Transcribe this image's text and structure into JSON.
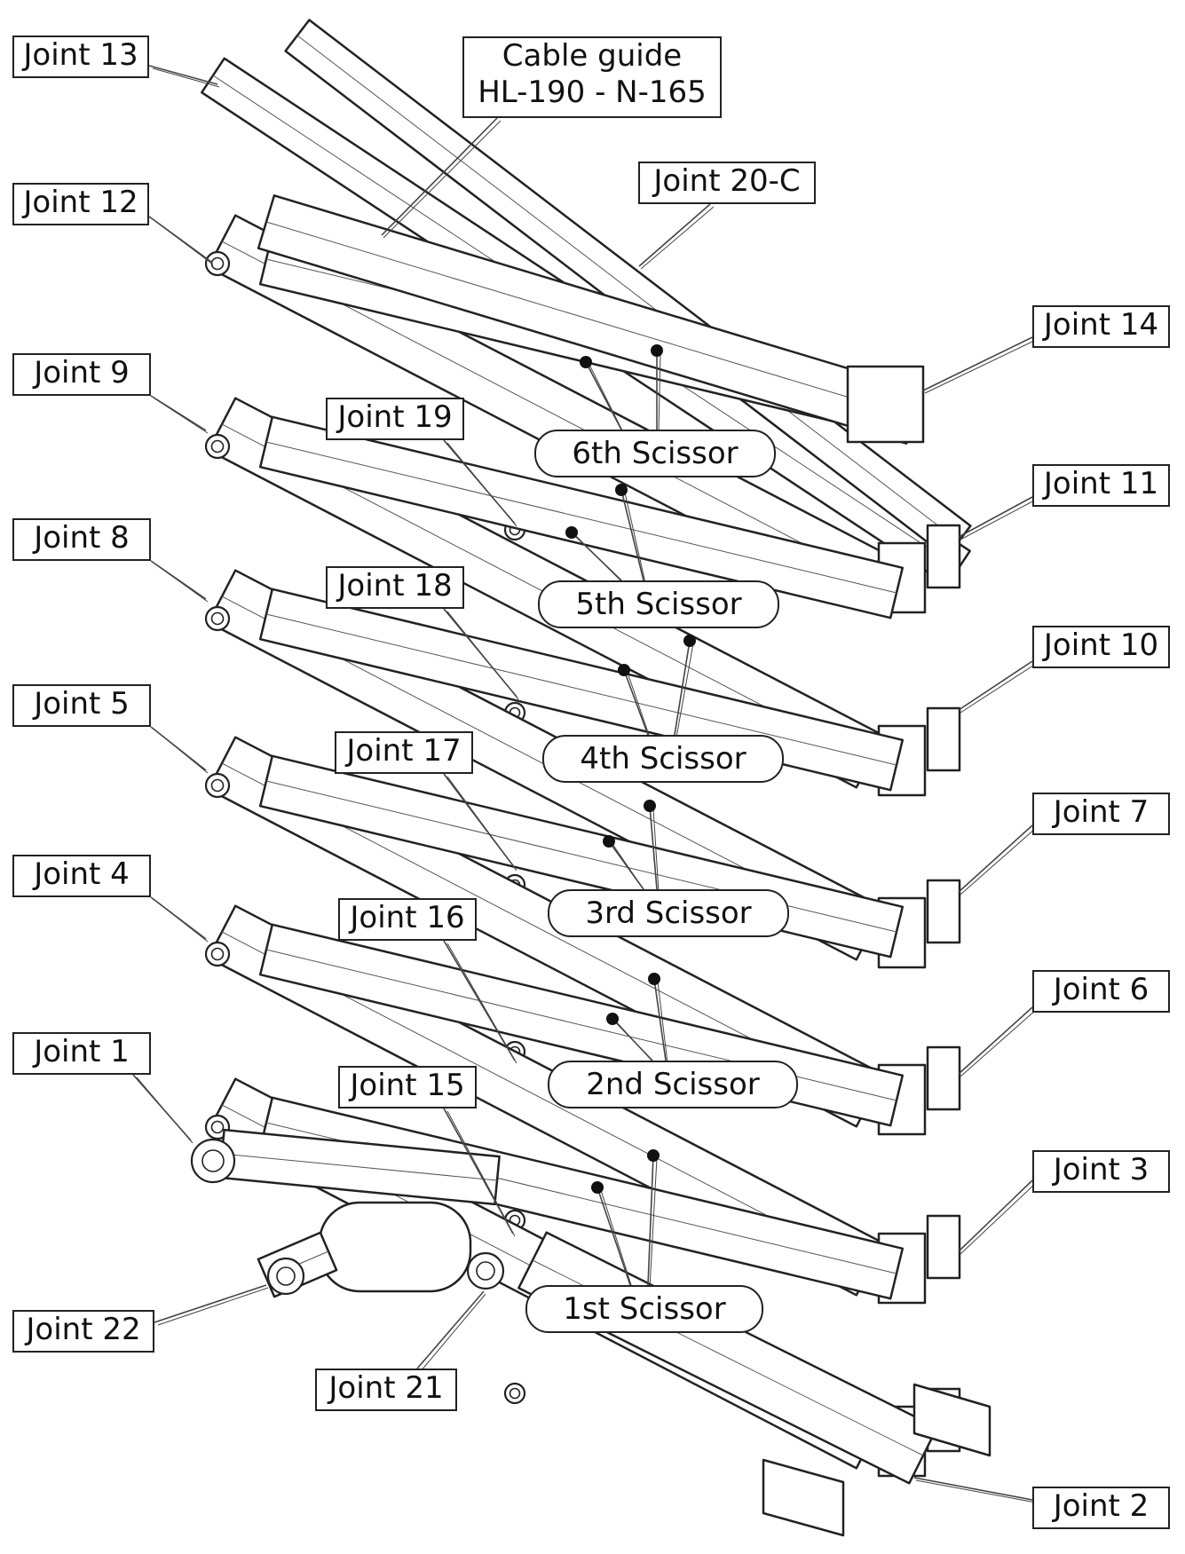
{
  "colors": {
    "line": "#222222",
    "thin_line": "#555555",
    "background": "#ffffff",
    "text": "#111111"
  },
  "callouts": {
    "joint_13": "Joint 13",
    "cable_guide_line1": "Cable guide",
    "cable_guide_line2": "HL-190 - N-165",
    "joint_20c": "Joint 20-C",
    "joint_12": "Joint 12",
    "joint_14": "Joint 14",
    "joint_9": "Joint 9",
    "joint_19": "Joint 19",
    "joint_11": "Joint 11",
    "joint_8": "Joint 8",
    "joint_18": "Joint 18",
    "joint_10": "Joint 10",
    "joint_5": "Joint 5",
    "joint_17": "Joint 17",
    "joint_7": "Joint 7",
    "joint_4": "Joint 4",
    "joint_16": "Joint 16",
    "joint_6": "Joint 6",
    "joint_1": "Joint 1",
    "joint_15": "Joint 15",
    "joint_3": "Joint 3",
    "joint_22": "Joint 22",
    "joint_21": "Joint 21",
    "joint_2": "Joint 2"
  },
  "scissors": {
    "s6": "6th Scissor",
    "s5": "5th Scissor",
    "s4": "4th Scissor",
    "s3": "3rd Scissor",
    "s2": "2nd Scissor",
    "s1": "1st Scissor"
  }
}
